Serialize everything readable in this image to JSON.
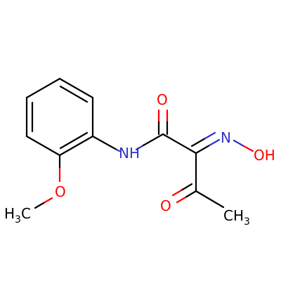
{
  "molecule": {
    "atoms": {
      "o_amide": "O",
      "n_amide": "NH",
      "n_oxime": "N",
      "oh_oxime": "OH",
      "o_ketone": "O",
      "ch3_ketone_main": "CH",
      "ch3_ketone_sub": "3",
      "o_methoxy": "O",
      "h3c_main_h": "H",
      "h3c_sub": "3",
      "h3c_main_c": "C"
    },
    "colors": {
      "carbon": "#000000",
      "oxygen": "#ff0000",
      "nitrogen": "#3333cc"
    }
  }
}
